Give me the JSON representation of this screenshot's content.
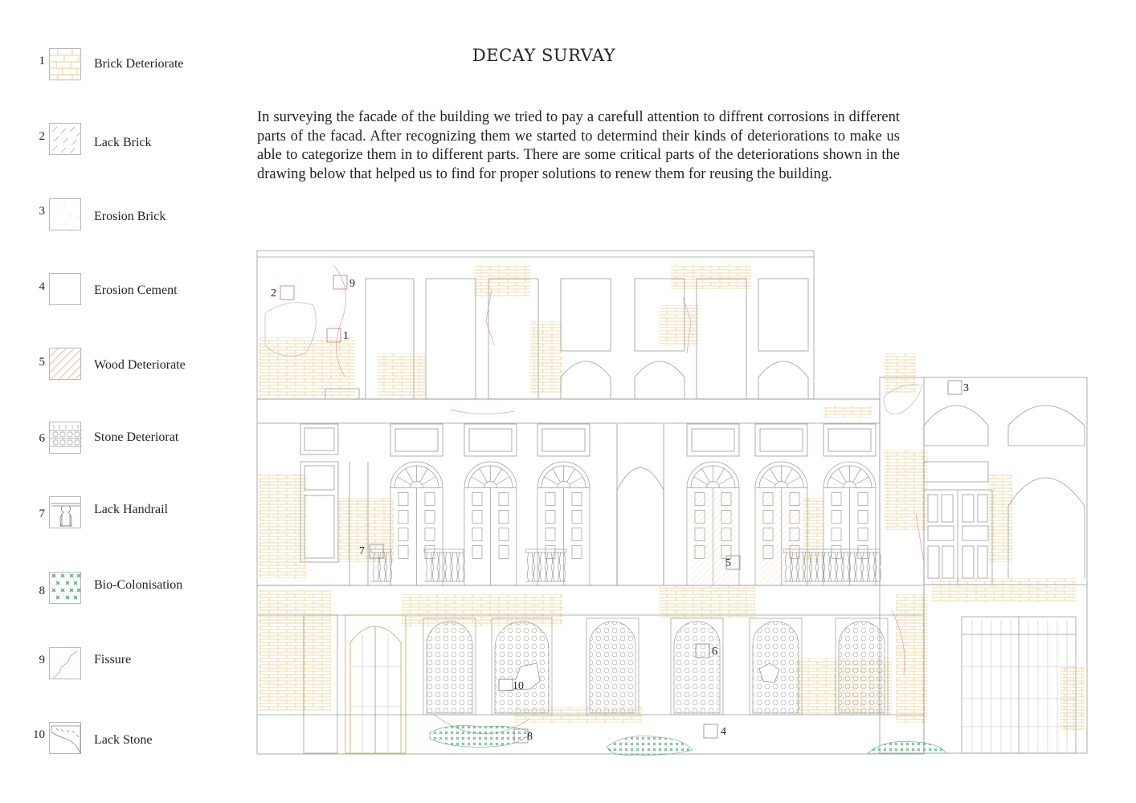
{
  "title": "DECAY SURVAY",
  "description": "In surveying the facade of the building we tried to pay a carefull attention to diffrent corrosions in different parts of the facad. After recognizing them we started to determind their kinds of deteriorations to make us able to categorize them in to different parts. There are some critical parts of the deteriorations shown in the drawing below that helped us to find for proper solutions to renew them for reusing the building.",
  "legend": [
    {
      "number": "1",
      "label": "Brick Deteriorate",
      "icon": "brick-pattern-icon"
    },
    {
      "number": "2",
      "label": "Lack Brick",
      "icon": "hatch-pattern-icon"
    },
    {
      "number": "3",
      "label": "Erosion Brick",
      "icon": "dot-pattern-icon"
    },
    {
      "number": "4",
      "label": "Erosion Cement",
      "icon": "blank-pattern-icon"
    },
    {
      "number": "5",
      "label": "Wood Deteriorate",
      "icon": "wood-hatch-icon"
    },
    {
      "number": "6",
      "label": "Stone Deteriorat",
      "icon": "stone-pattern-icon"
    },
    {
      "number": "7",
      "label": "Lack Handrail",
      "icon": "baluster-icon"
    },
    {
      "number": "8",
      "label": "Bio-Colonisation",
      "icon": "bio-pattern-icon"
    },
    {
      "number": "9",
      "label": "Fissure",
      "icon": "crack-icon"
    },
    {
      "number": "10",
      "label": "Lack Stone",
      "icon": "lack-stone-icon"
    }
  ],
  "markers": [
    {
      "number": "1"
    },
    {
      "number": "2"
    },
    {
      "number": "3"
    },
    {
      "number": "4"
    },
    {
      "number": "5"
    },
    {
      "number": "6"
    },
    {
      "number": "7"
    },
    {
      "number": "8"
    },
    {
      "number": "9"
    },
    {
      "number": "10"
    }
  ],
  "colors": {
    "brick": "#e8cf8f",
    "wood": "#f1b57f",
    "bio": "#5aa97a",
    "fissure": "#e6a0a6",
    "line": "#9a9a9a",
    "door": "#c9a64e"
  }
}
